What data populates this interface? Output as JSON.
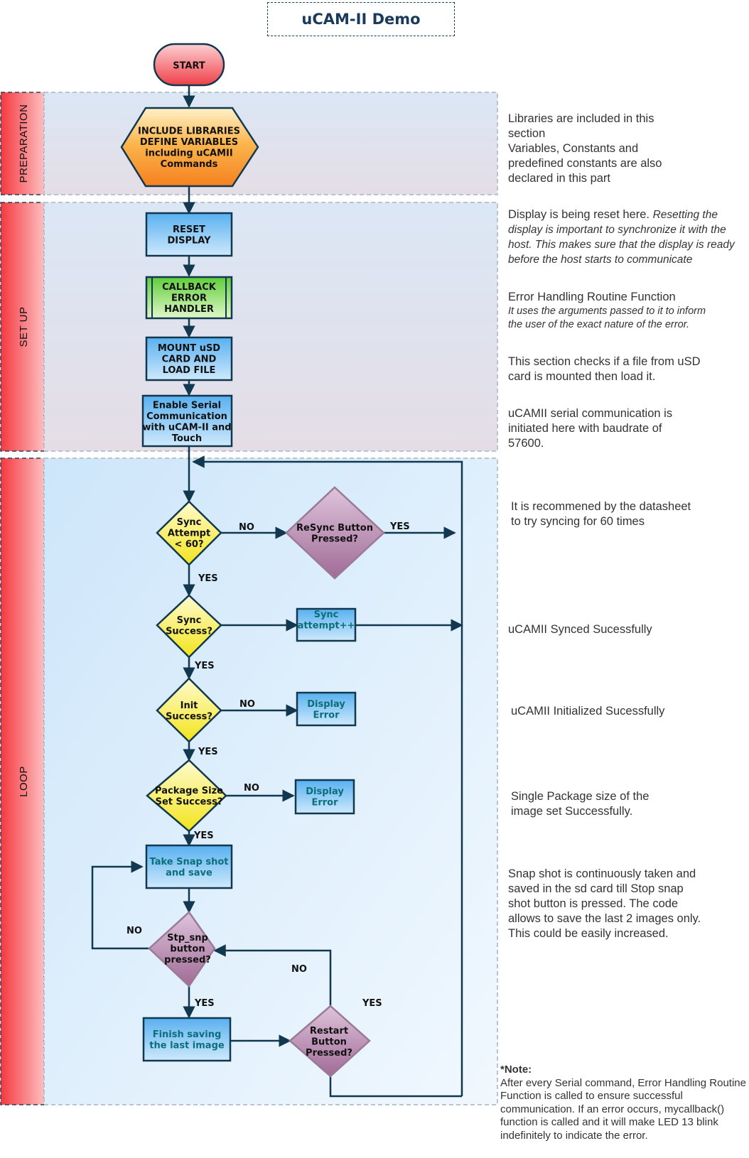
{
  "title": "uCAM-II Demo",
  "sections": {
    "preparation": "PREPARATION",
    "setup": "SET UP",
    "loop": "LOOP"
  },
  "nodes": {
    "start": [
      "START"
    ],
    "include": [
      "INCLUDE LIBRARIES",
      "DEFINE VARIABLES",
      "including uCAMII",
      "Commands"
    ],
    "reset": [
      "RESET",
      "DISPLAY"
    ],
    "callback": [
      "CALLBACK",
      "ERROR",
      "HANDLER"
    ],
    "mount": [
      "MOUNT uSD",
      "CARD AND",
      "LOAD FILE"
    ],
    "serial": [
      "Enable Serial",
      "Communication",
      "with uCAM-II and",
      "Touch"
    ],
    "sync_attempt": [
      "Sync",
      "Attempt",
      "< 60?"
    ],
    "resync": [
      "ReSync Button",
      "Pressed?"
    ],
    "sync_success": [
      "Sync",
      "Success?"
    ],
    "sync_inc": [
      "Sync",
      "attempt++"
    ],
    "init": [
      "Init",
      "Success?"
    ],
    "display_error1": [
      "Display",
      "Error"
    ],
    "package": [
      "Package Size",
      "Set Success?"
    ],
    "display_error2": [
      "Display",
      "Error"
    ],
    "snap": [
      "Take Snap shot",
      "and save"
    ],
    "stop": [
      "Stp_snp",
      "button",
      "pressed?"
    ],
    "finish": [
      "Finish saving",
      "the last image"
    ],
    "restart": [
      "Restart",
      "Button",
      "Pressed?"
    ]
  },
  "edge_labels": {
    "no": "NO",
    "yes": "YES"
  },
  "descriptions": {
    "libraries": "Libraries are included in this section",
    "variables": "Variables, Constants and predefined constants are also declared in this part",
    "display_reset": "Display is being reset here.",
    "display_reset_detail": "Resetting the display is important to synchronize it with the host. This makes sure that the display is ready before the host starts to communicate",
    "error_handling": "Error Handling Routine Function",
    "error_handling_detail": "It uses the arguments passed to it to inform the user of the exact nature of the error.",
    "usd": "This section checks if a file from uSD card is mounted then load it.",
    "serial": "uCAMII serial communication is initiated here with baudrate of 57600.",
    "sync_recommend": "It is recommened by the datasheet to try syncing for 60 times",
    "synced": "uCAMII Synced Sucessfully",
    "initialized": "uCAMII Initialized Sucessfully",
    "package": "Single Package size of the image set Successfully.",
    "snapshot": "Snap shot is continuously taken and saved in the sd card till Stop snap shot button is pressed. The code allows to save the last  2 images only. This could be easily increased."
  },
  "note": {
    "heading": "*Note:",
    "body": "After every Serial command, Error Handling Routine Function is called to ensure successful communication. If an error occurs, mycallback() function is called and it will make LED 13 blink indefinitely to indicate the error."
  },
  "colors": {
    "line": "#12384f",
    "lane_red": "#f6464c",
    "start_red": "#ee4048",
    "orange": "#f7932a",
    "blue_box": "#5cb4f2",
    "green_box": "#6fd24a",
    "yellow": "#f5ea1e",
    "purple": "#a9739f"
  }
}
